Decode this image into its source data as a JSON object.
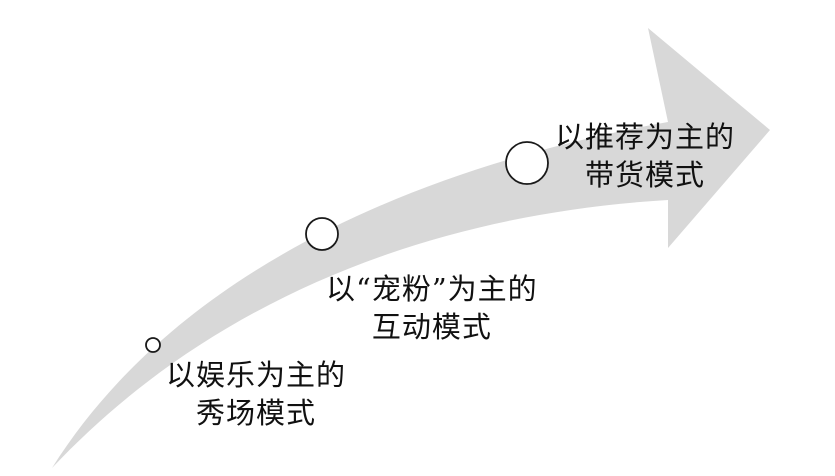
{
  "diagram": {
    "arrow_color": "#d8d8d8",
    "marker_stroke": "#1a1a1a",
    "stages": [
      {
        "line1": "以娱乐为主的",
        "line2": "秀场模式"
      },
      {
        "line1": "以“宠粉”为主的",
        "line2": "互动模式"
      },
      {
        "line1": "以推荐为主的",
        "line2": "带货模式"
      }
    ]
  }
}
